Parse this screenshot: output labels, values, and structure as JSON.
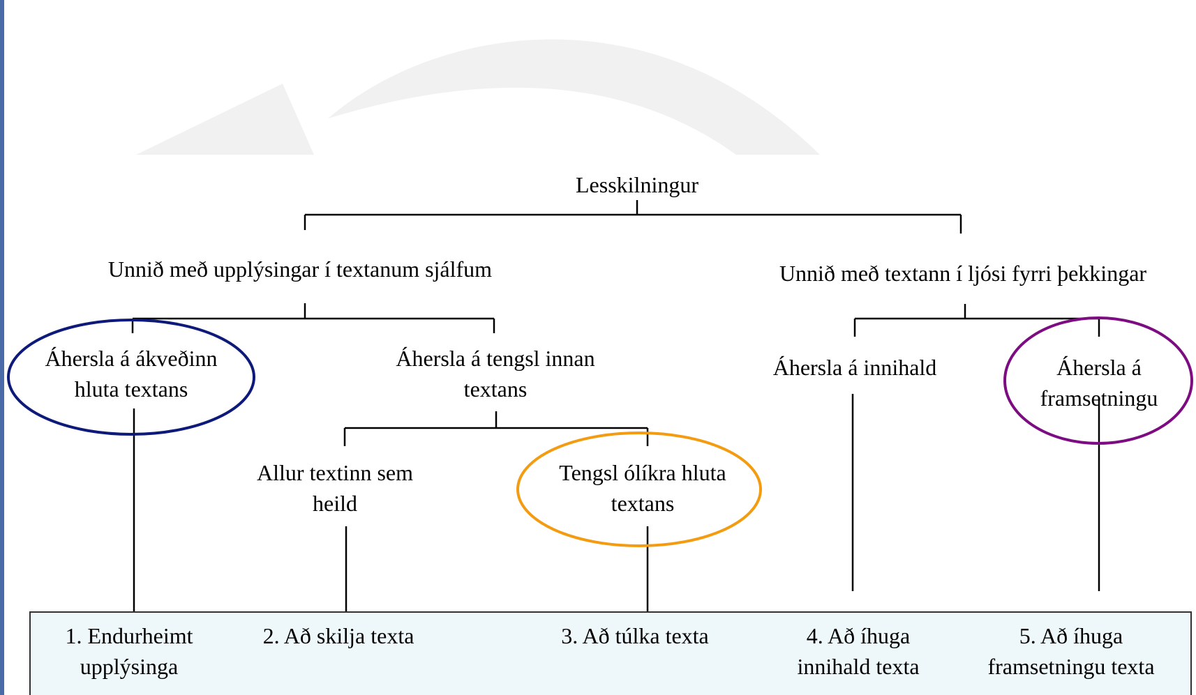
{
  "root": "Lesskilningur",
  "branches": {
    "left": "Unnið með upplýsingar í textanum sjálfum",
    "right": "Unnið með textann í ljósi fyrri þekkingar"
  },
  "subnodes": {
    "focus_part": "Áhersla á ákveðinn hluta textans",
    "focus_relations": "Áhersla á tengsl innan textans",
    "focus_content": "Áhersla á innihald",
    "focus_presentation": "Áhersla á framsetningu",
    "whole_text": "Allur textinn sem heild",
    "parts_relations": "Tengsl ólíkra hluta textans"
  },
  "outcomes": [
    "1. Endurheimt upplýsinga",
    "2. Að skilja texta",
    "3. Að túlka texta",
    "4. Að íhuga innihald texta",
    "5. Að íhuga framsetningu texta"
  ],
  "colors": {
    "ellipse_focus_part": "#0d1a7a",
    "ellipse_parts_relations": "#f39c12",
    "ellipse_focus_presentation": "#7d0b82",
    "bottom_box_bg": "#eef7fa",
    "watermark": "#f0f0f0"
  }
}
